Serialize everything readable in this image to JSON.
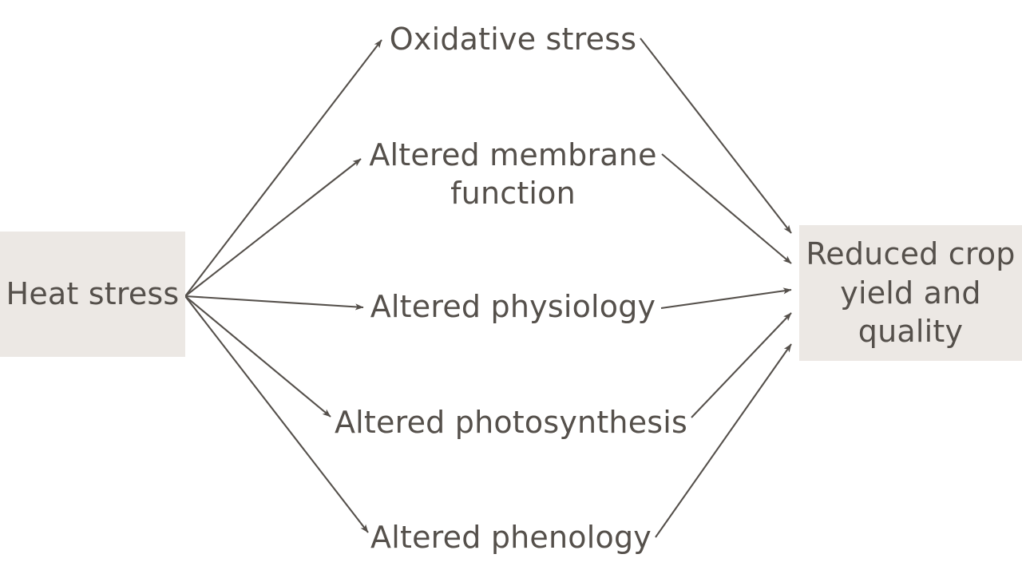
{
  "diagram": {
    "title_present": false,
    "background_color": "#ffffff",
    "box_fill_color": "#ece8e4",
    "text_color": "#55504b",
    "arrow_color": "#55504b",
    "source_node": {
      "id": "heat-stress",
      "label": "Heat\nstress"
    },
    "target_node": {
      "id": "reduced-yield",
      "label": "Reduced crop\nyield and\nquality"
    },
    "intermediate_nodes": [
      {
        "id": "oxidative-stress",
        "label": "Oxidative stress"
      },
      {
        "id": "altered-membrane-function",
        "label": "Altered membrane\nfunction"
      },
      {
        "id": "altered-physiology",
        "label": "Altered physiology"
      },
      {
        "id": "altered-photosynthesis",
        "label": "Altered photosynthesis"
      },
      {
        "id": "altered-phenology",
        "label": "Altered phenology"
      }
    ],
    "edges": [
      {
        "from": "heat-stress",
        "to": "oxidative-stress"
      },
      {
        "from": "heat-stress",
        "to": "altered-membrane-function"
      },
      {
        "from": "heat-stress",
        "to": "altered-physiology"
      },
      {
        "from": "heat-stress",
        "to": "altered-photosynthesis"
      },
      {
        "from": "heat-stress",
        "to": "altered-phenology"
      },
      {
        "from": "oxidative-stress",
        "to": "reduced-yield"
      },
      {
        "from": "altered-membrane-function",
        "to": "reduced-yield"
      },
      {
        "from": "altered-physiology",
        "to": "reduced-yield"
      },
      {
        "from": "altered-photosynthesis",
        "to": "reduced-yield"
      },
      {
        "from": "altered-phenology",
        "to": "reduced-yield"
      }
    ]
  }
}
